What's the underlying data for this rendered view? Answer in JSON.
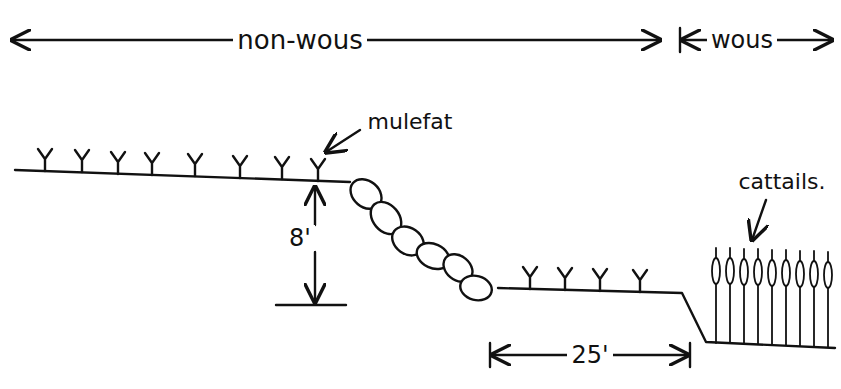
{
  "diagram": {
    "labels": [
      "non-wous",
      "wous",
      "mulefat",
      "cattails.",
      "8'",
      "25'"
    ]
  }
}
